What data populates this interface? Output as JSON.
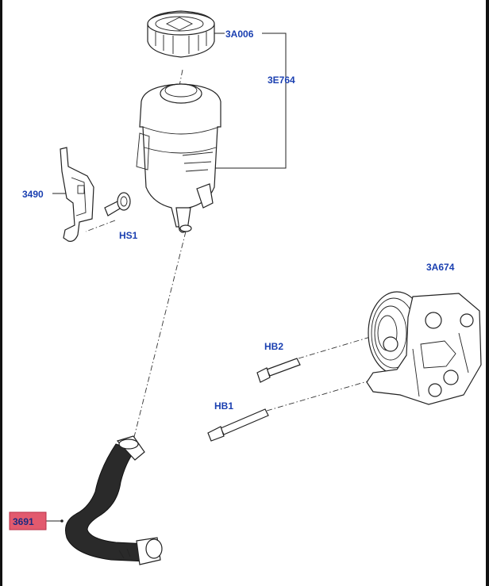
{
  "callouts": {
    "cap": "3A006",
    "reservoir": "3E764",
    "bracket": "3490",
    "screw_hs1": "HS1",
    "pump": "3A674",
    "bolt_hb2": "HB2",
    "bolt_hb1": "HB1",
    "hose": "3691"
  },
  "colors": {
    "label_text": "#1a3fb0",
    "highlight_fill": "#e25a6e",
    "line": "#222222"
  }
}
